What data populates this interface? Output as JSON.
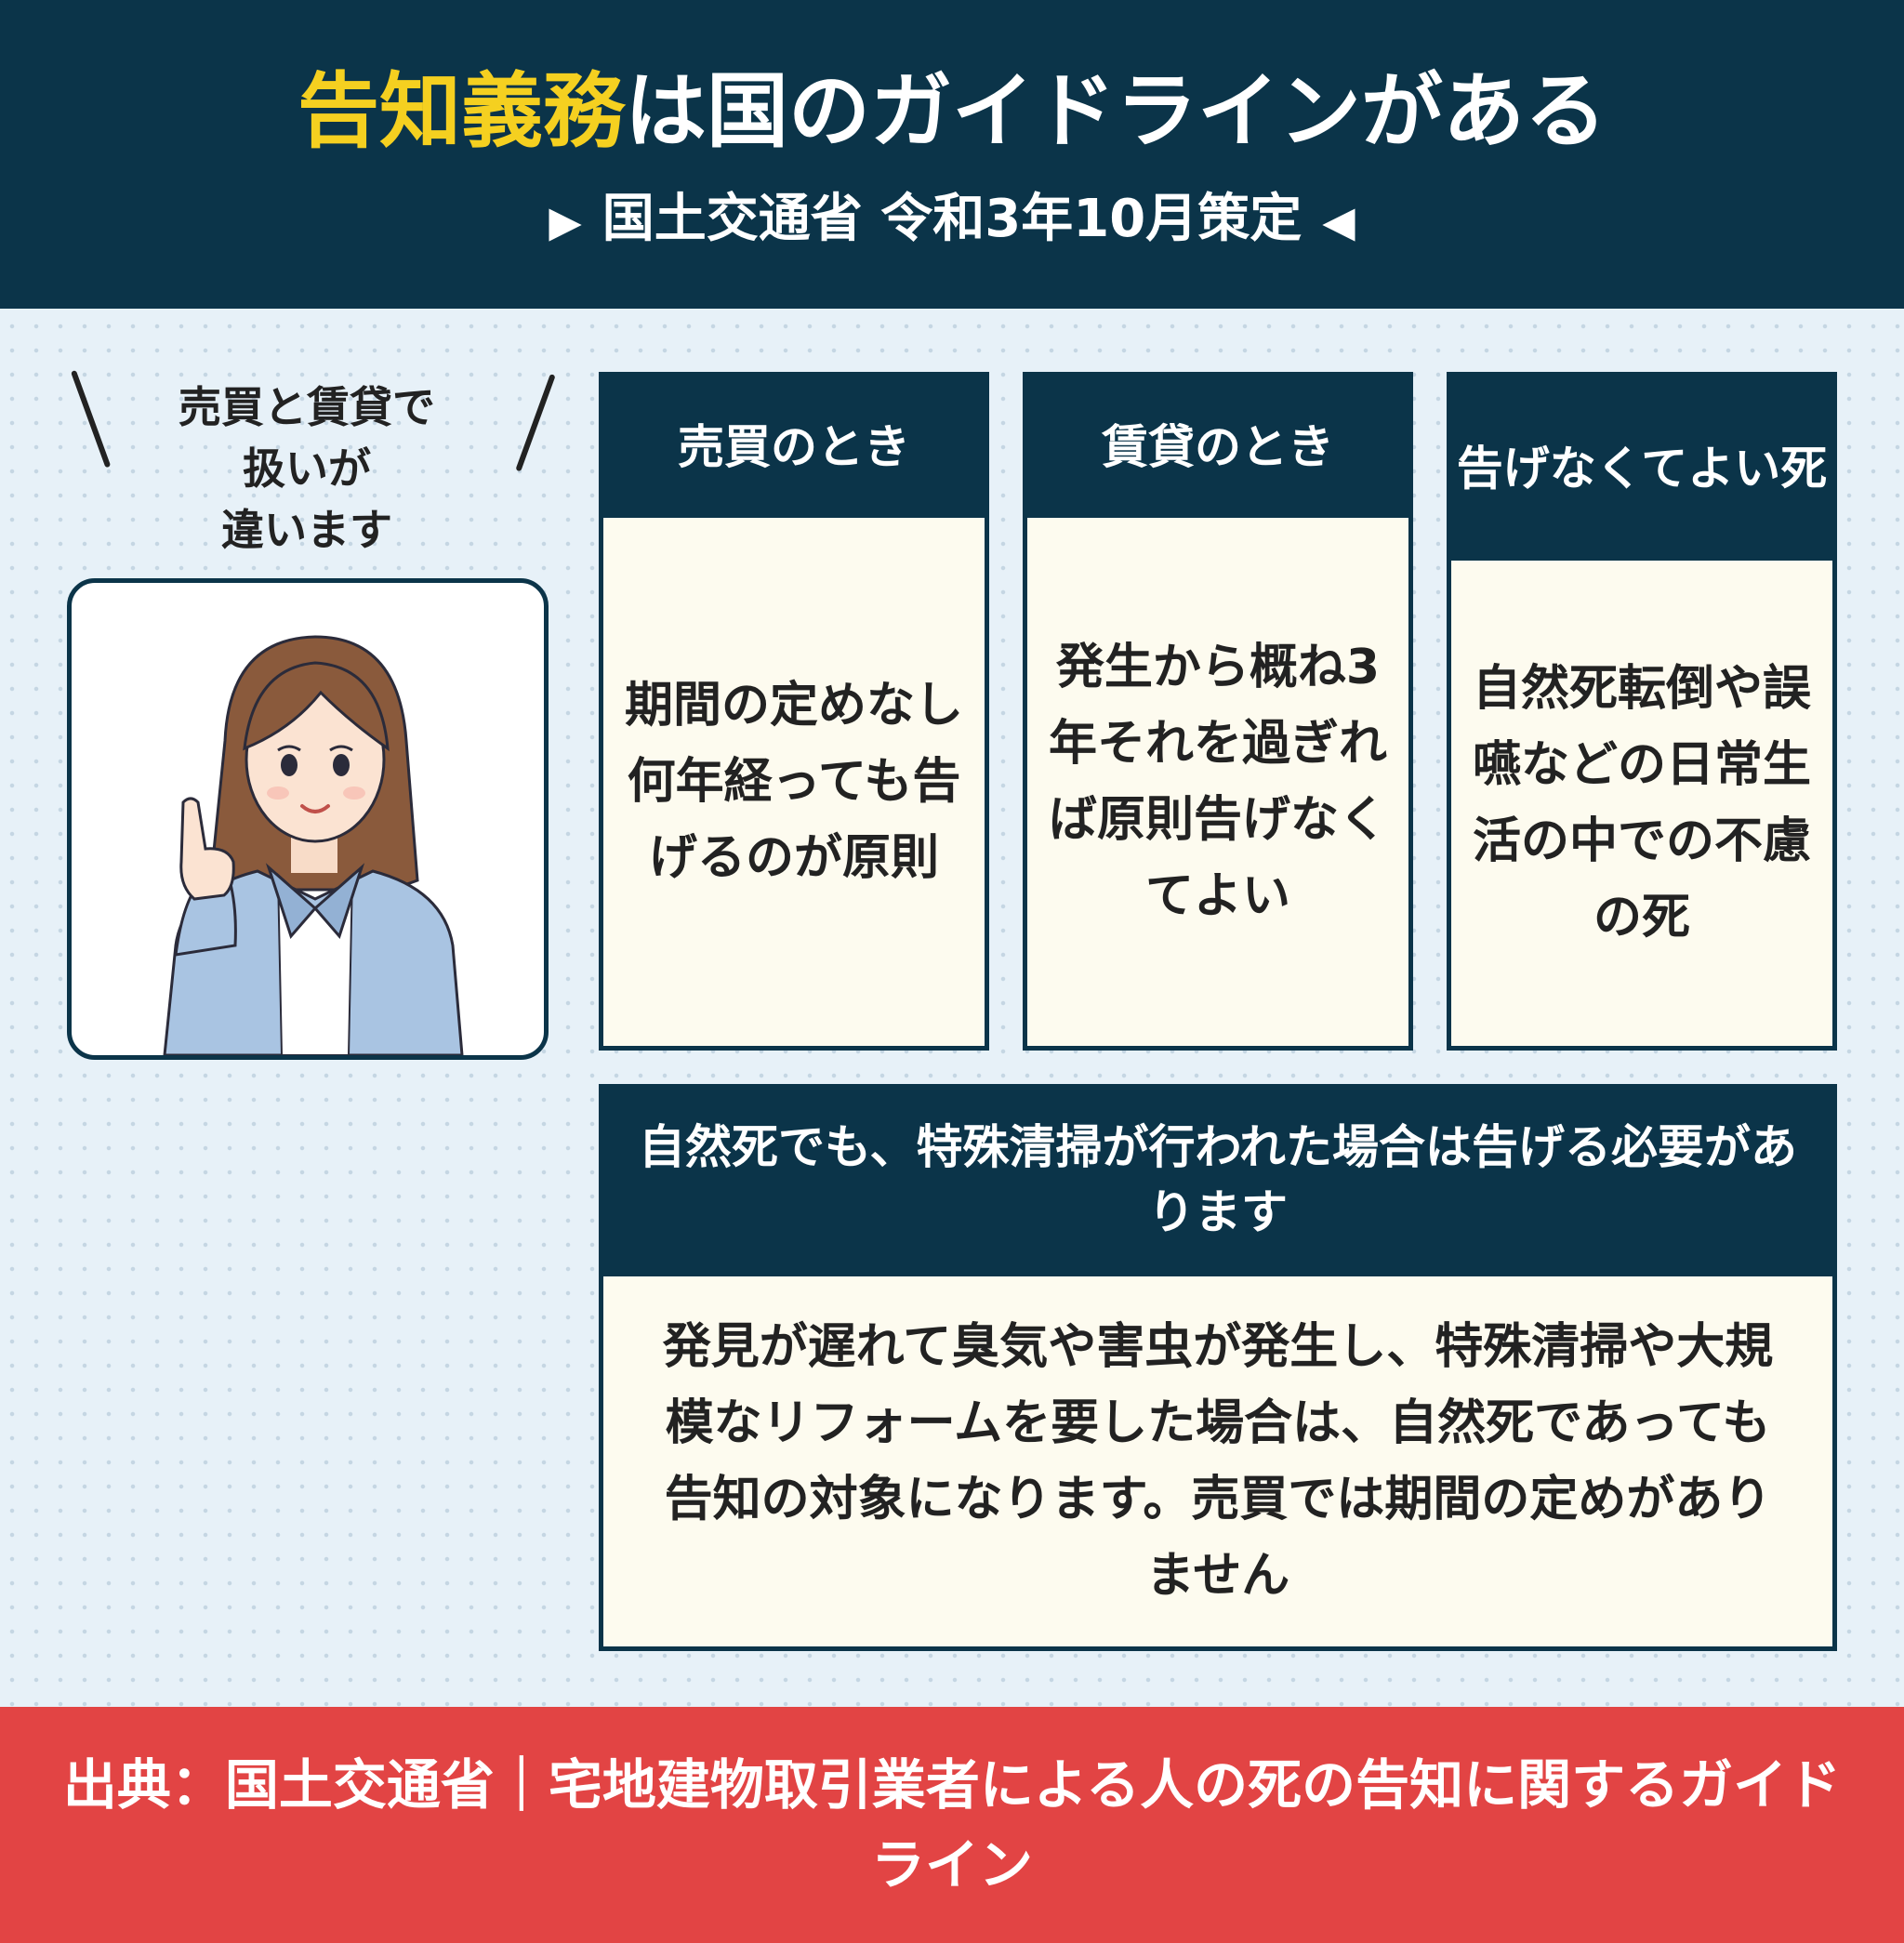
{
  "header": {
    "title_highlight": "告知義務",
    "title_rest": "は国のガイドラインがある",
    "subtitle_left_marker": "▶",
    "subtitle": "国土交通省 令和3年10月策定",
    "subtitle_right_marker": "◀"
  },
  "speech": {
    "line1": "売買と賃貸で",
    "line2": "扱いが",
    "line3": "違います"
  },
  "cards": [
    {
      "title": "売買のとき",
      "body": "期間の定めなし何年経っても告げるのが原則"
    },
    {
      "title": "賃貸のとき",
      "body": "発生から概ね3年それを過ぎれば原則告げなくてよい"
    },
    {
      "title": "告げなくてよい死",
      "body": "自然死転倒や誤嚥などの日常生活の中での不慮の死"
    }
  ],
  "note": {
    "title": "自然死でも、特殊清掃が行われた場合は告げる必要があります",
    "body": "発見が遅れて臭気や害虫が発生し、特殊清掃や大規模なリフォームを要した場合は、自然死であっても告知の対象になります。売買では期間の定めがありません"
  },
  "footer": {
    "source": "出典：国土交通省｜宅地建物取引業者による人の死の告知に関するガイドライン"
  },
  "colors": {
    "navy": "#0b3449",
    "yellow": "#f5d020",
    "red": "#e24444",
    "card_bg": "#fdfbef",
    "page_bg": "#e7f1f8"
  },
  "icons": {
    "illustration": "woman-pointing-illustration"
  }
}
